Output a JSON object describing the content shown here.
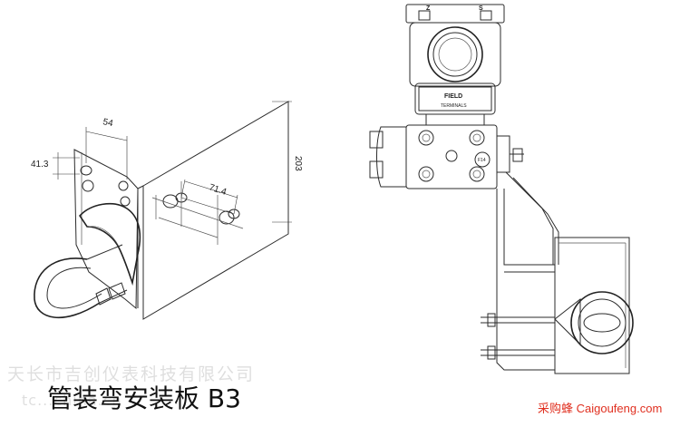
{
  "caption": "管装弯安装板 B3",
  "watermark": {
    "company": "天长市吉创仪表科技有限公司",
    "url": "tc...china.cn"
  },
  "brand": "采购蜂 Caigoufeng.com",
  "dimensions": {
    "d54": "54",
    "d41_3": "41.3",
    "d203": "203",
    "d71_4": "71.4"
  },
  "transmitter": {
    "terminal_z": "Z",
    "terminal_s": "S",
    "field_label": "FIELD",
    "terminals_label": "TERMINALS",
    "fitting_label": "F14"
  }
}
